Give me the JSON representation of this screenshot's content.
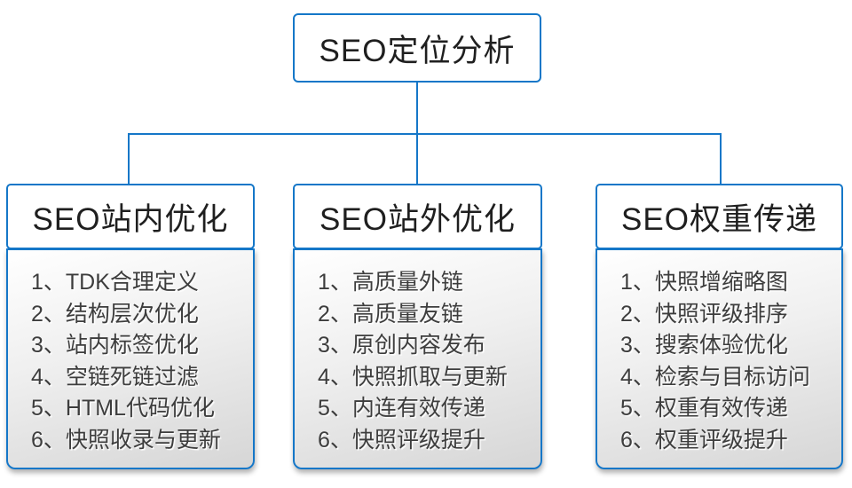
{
  "root": {
    "label": "SEO定位分析"
  },
  "columns": [
    {
      "title": "SEO站内优化",
      "items": [
        "1、TDK合理定义",
        "2、结构层次优化",
        "3、站内标签优化",
        "4、空链死链过滤",
        "5、HTML代码优化",
        "6、快照收录与更新"
      ]
    },
    {
      "title": "SEO站外优化",
      "items": [
        "1、高质量外链",
        "2、高质量友链",
        "3、原创内容发布",
        "4、快照抓取与更新",
        "5、内连有效传递",
        "6、快照评级提升"
      ]
    },
    {
      "title": "SEO权重传递",
      "items": [
        "1、快照增缩略图",
        "2、快照评级排序",
        "3、搜索体验优化",
        "4、检索与目标访问",
        "5、权重有效传递",
        "6、权重评级提升"
      ]
    }
  ],
  "colors": {
    "accent": "#1577c8",
    "text_dark": "#1f1f1f",
    "list_text": "#3d3d3d"
  }
}
